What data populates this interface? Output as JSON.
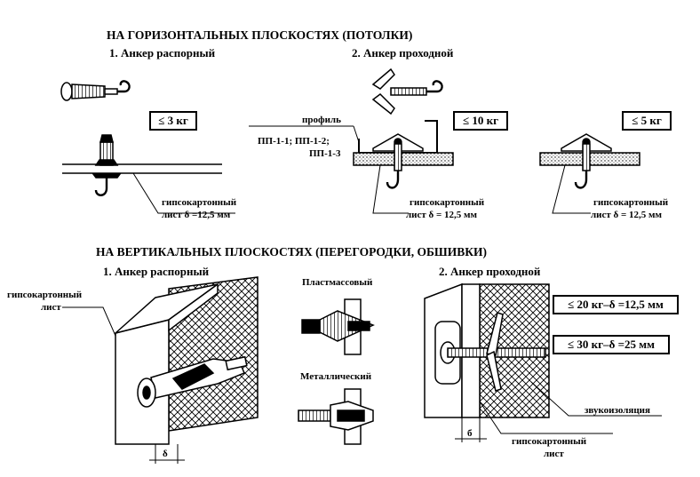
{
  "horizontal": {
    "heading": "НА ГОРИЗОНТАЛЬНЫХ ПЛОСКОСТЯХ (ПОТОЛКИ)",
    "anchor1_title": "1. Анкер распорный",
    "anchor2_title": "2. Анкер проходной",
    "load1": "≤ 3 кг",
    "load2": "≤ 10 кг",
    "load3": "≤ 5 кг",
    "profile_label": "профиль",
    "profile_types_line1": "ПП-1-1; ПП-1-2;",
    "profile_types_line2": "ПП-1-3",
    "board1_line1": "гипсокартонный",
    "board1_line2": "лист δ =12,5 мм",
    "board2_line1": "гипсокартонный",
    "board2_line2": "лист δ = 12,5 мм",
    "board3_line1": "гипсокартонный",
    "board3_line2": "лист δ = 12,5 мм"
  },
  "vertical": {
    "heading": "НА ВЕРТИКАЛЬНЫХ ПЛОСКОСТЯХ (ПЕРЕГОРОДКИ, ОБШИВКИ)",
    "anchor1_title": "1. Анкер распорный",
    "anchor2_title": "2. Анкер проходной",
    "board_left_line1": "гипсокартонный",
    "board_left_line2": "лист",
    "plastic_label": "Пластмассовый",
    "metal_label": "Металлический",
    "load_20": "≤ 20 кг–δ =12,5 мм",
    "load_30": "≤ 30 кг–δ =25 мм",
    "insulation_label": "звукоизоляция",
    "board_right_line1": "гипсокартонный",
    "board_right_line2": "лист",
    "delta_left": "δ",
    "delta_right": "б"
  }
}
